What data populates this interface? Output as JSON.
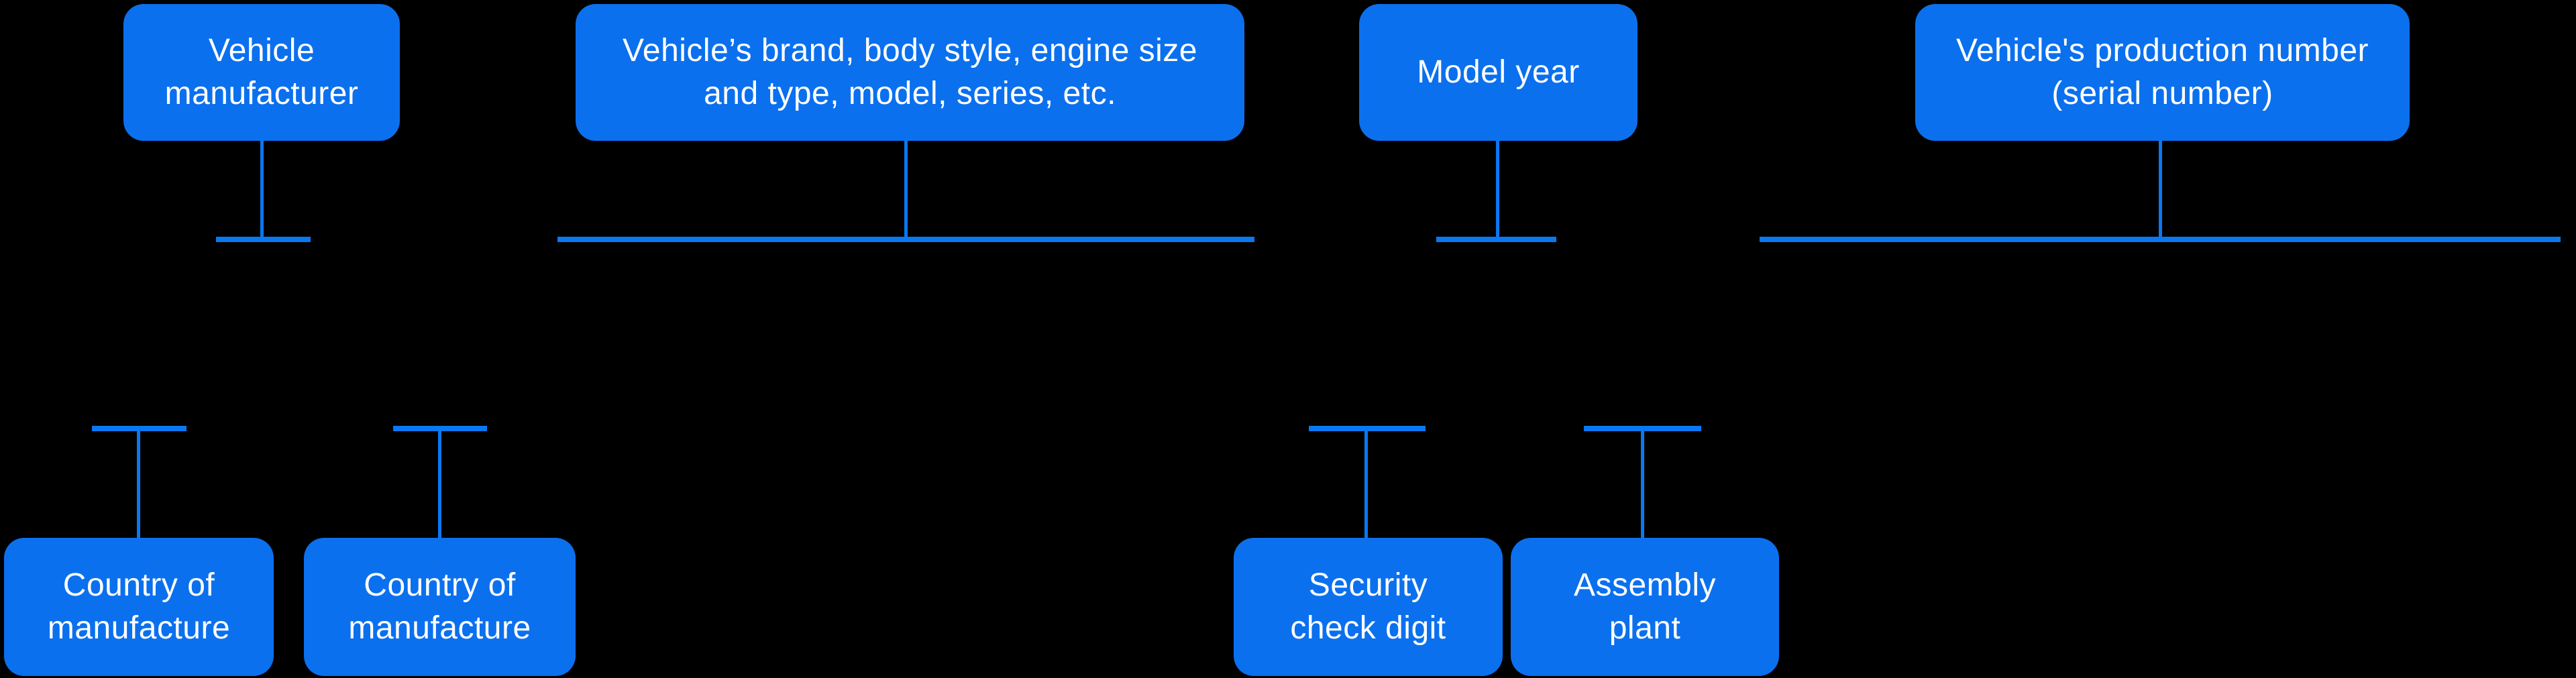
{
  "diagram": {
    "colors": {
      "background": "#000000",
      "box_fill": "#0b70ee",
      "line": "#0a78f0",
      "text": "#ffffff"
    },
    "top_nodes": [
      {
        "id": "vehicle-manufacturer",
        "lines": [
          "Vehicle",
          "manufacturer"
        ]
      },
      {
        "id": "vehicle-details",
        "lines": [
          "Vehicle’s brand, body style, engine size",
          "and type, model, series, etc."
        ]
      },
      {
        "id": "model-year",
        "lines": [
          "Model year"
        ]
      },
      {
        "id": "production-number",
        "lines": [
          "Vehicle's production number",
          "(serial number)"
        ]
      }
    ],
    "bottom_nodes": [
      {
        "id": "country-of-manufacture-1",
        "lines": [
          "Country of",
          "manufacture"
        ]
      },
      {
        "id": "country-of-manufacture-2",
        "lines": [
          "Country of",
          "manufacture"
        ]
      },
      {
        "id": "security-check-digit",
        "lines": [
          "Security",
          "check digit"
        ]
      },
      {
        "id": "assembly-plant",
        "lines": [
          "Assembly",
          "plant"
        ]
      }
    ]
  }
}
